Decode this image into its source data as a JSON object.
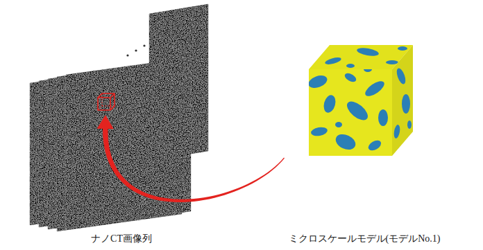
{
  "diagram": {
    "nodes": [
      {
        "text": [
          "ナノCT画像列"
        ]
      },
      {
        "text": [
          "ミクロスケールモデル(モデルNo.1)"
        ]
      }
    ],
    "edges": [
      {
        "from": 1,
        "to": 0,
        "arrow": "to"
      }
    ]
  }
}
